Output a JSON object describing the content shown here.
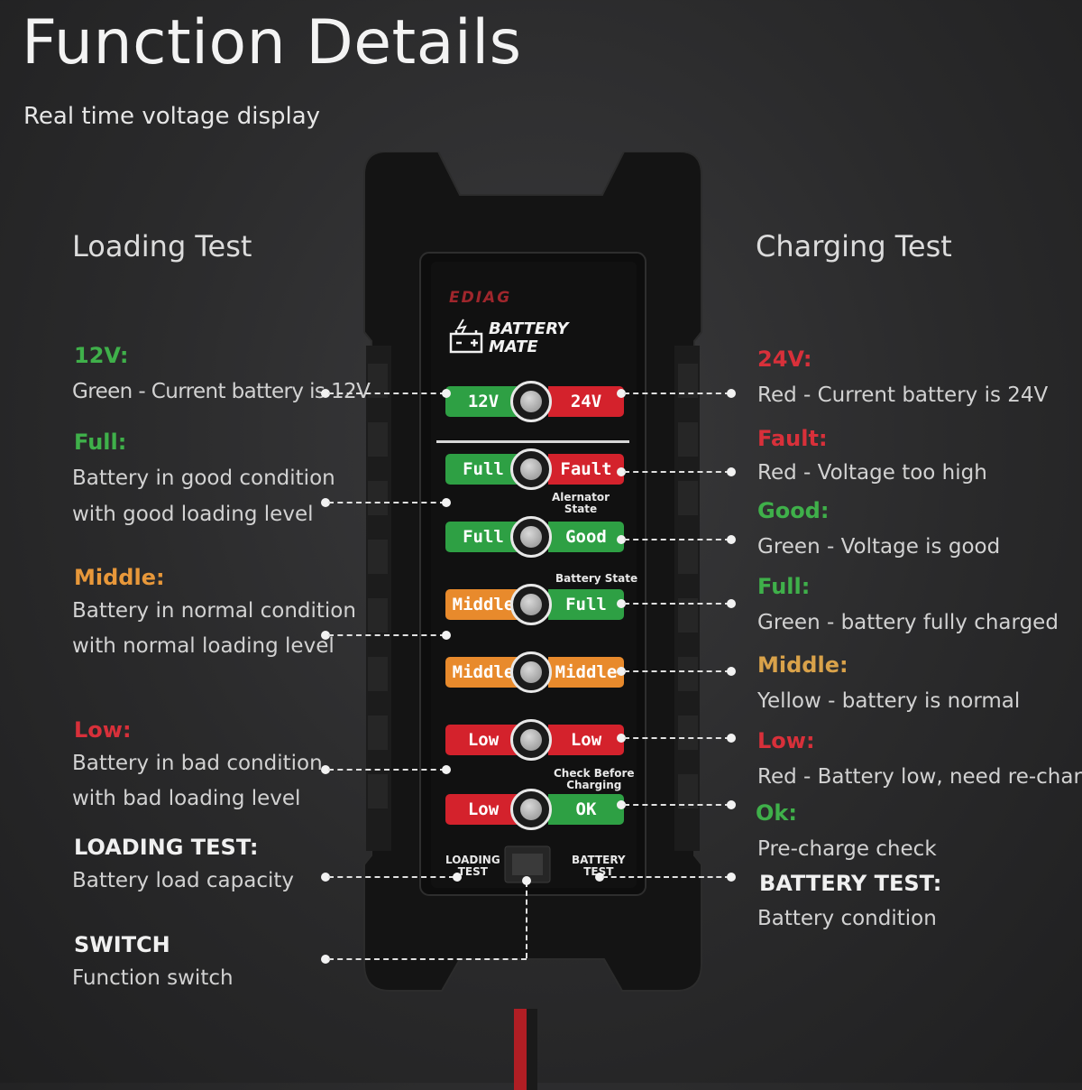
{
  "title": "Function Details",
  "subtitle": "Real time voltage display",
  "left_heading": "Loading Test",
  "right_heading": "Charging Test",
  "brand": "EDIAG",
  "product_line1": "BATTERY",
  "product_line2": "MATE",
  "left_items": [
    {
      "label": "12V:",
      "desc1": "Green - Current battery is 12V",
      "desc2": ""
    },
    {
      "label": "Full:",
      "desc1": "Battery in good condition",
      "desc2": "with good loading level"
    },
    {
      "label": "Middle:",
      "desc1": "Battery in normal condition",
      "desc2": "with normal loading level"
    },
    {
      "label": "Low:",
      "desc1": "Battery in bad condition",
      "desc2": "with bad loading level"
    },
    {
      "label": "LOADING TEST:",
      "desc1": "Battery load capacity",
      "desc2": ""
    },
    {
      "label": "SWITCH",
      "desc1": "Function switch",
      "desc2": ""
    }
  ],
  "right_items": [
    {
      "label": "24V:",
      "desc": "Red - Current battery is 24V"
    },
    {
      "label": "Fault:",
      "desc": "Red - Voltage too high"
    },
    {
      "label": "Good:",
      "desc": "Green - Voltage is good"
    },
    {
      "label": "Full:",
      "desc": "Green - battery fully charged"
    },
    {
      "label": "Middle:",
      "desc": "Yellow - battery is normal"
    },
    {
      "label": "Low:",
      "desc": "Red - Battery low, need re-charge"
    },
    {
      "label": "Ok:",
      "desc": "Pre-charge check"
    },
    {
      "label": "BATTERY TEST:",
      "desc": "Battery condition"
    }
  ],
  "leds": [
    {
      "left": "12V",
      "right": "24V"
    },
    {
      "left": "Full",
      "right": "Fault"
    },
    {
      "left": "Full",
      "right": "Good"
    },
    {
      "left": "Middle",
      "right": "Full"
    },
    {
      "left": "Middle",
      "right": "Middle"
    },
    {
      "left": "Low",
      "right": "Low"
    },
    {
      "left": "Low",
      "right": "OK"
    }
  ],
  "device_labels": {
    "alternator1": "Alernator",
    "alternator2": "State",
    "battery_state": "Battery State",
    "check1": "Check Before",
    "check2": "Charging",
    "loading1": "LOADING",
    "loading2": "TEST",
    "battery1": "BATTERY",
    "battery2": "TEST"
  },
  "colors": {
    "green": "#2ea044",
    "red": "#d4222c",
    "orange": "#e88a2c",
    "background": "#2a2a2b"
  }
}
